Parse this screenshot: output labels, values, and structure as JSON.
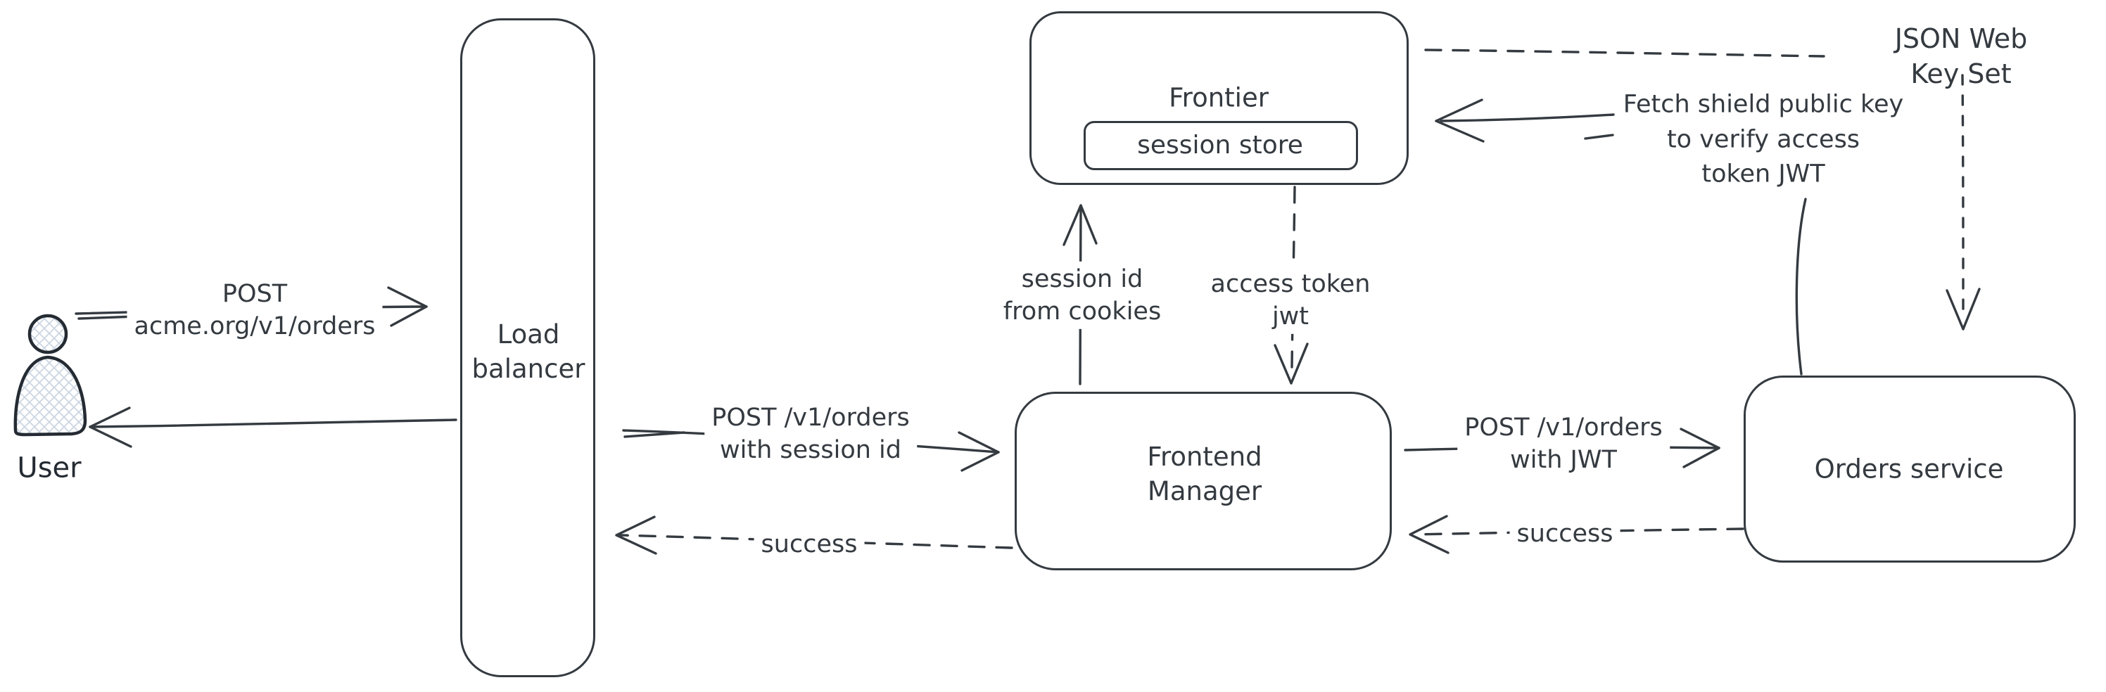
{
  "palette": {
    "ink": "#343a40",
    "user_ink": "#252b33",
    "hatch": "#ccd6e2",
    "background": "#ffffff"
  },
  "nodes": {
    "user": {
      "label": "User"
    },
    "load_balancer": {
      "label": "Load\nbalancer"
    },
    "frontier": {
      "label": "Frontier"
    },
    "session_store": {
      "label": "session store"
    },
    "frontend_manager": {
      "label": "Frontend\nManager"
    },
    "orders_service": {
      "label": "Orders service"
    },
    "jwks": {
      "label": "JSON Web Key Set"
    }
  },
  "edges": {
    "user_to_lb": {
      "from": "user",
      "to": "load_balancer",
      "style": "solid",
      "label": "POST\nacme.org/v1/orders"
    },
    "lb_to_user": {
      "from": "load_balancer",
      "to": "user",
      "style": "solid",
      "label": ""
    },
    "lb_to_fm": {
      "from": "load_balancer",
      "to": "frontend_manager",
      "style": "solid",
      "label": "POST /v1/orders\nwith session id"
    },
    "fm_to_lb_success": {
      "from": "frontend_manager",
      "to": "load_balancer",
      "style": "dashed",
      "label": "success"
    },
    "fm_to_frontier": {
      "from": "frontend_manager",
      "to": "frontier",
      "style": "solid",
      "label": "session id\nfrom cookies"
    },
    "frontier_to_fm": {
      "from": "frontier",
      "to": "frontend_manager",
      "style": "dashed",
      "label": "access token\njwt"
    },
    "fm_to_orders": {
      "from": "frontend_manager",
      "to": "orders_service",
      "style": "solid",
      "label": "POST /v1/orders\nwith JWT"
    },
    "orders_to_fm_success": {
      "from": "orders_service",
      "to": "frontend_manager",
      "style": "dashed",
      "label": "success"
    },
    "orders_to_frontier_fetch": {
      "from": "orders_service",
      "to": "frontier",
      "style": "solid",
      "label": "Fetch shield public key\nto verify access\ntoken JWT"
    },
    "frontier_to_jwks": {
      "from": "frontier",
      "to": "jwks",
      "style": "dashed",
      "label": ""
    },
    "jwks_to_orders": {
      "from": "jwks",
      "to": "orders_service",
      "style": "dashed",
      "label": ""
    }
  }
}
